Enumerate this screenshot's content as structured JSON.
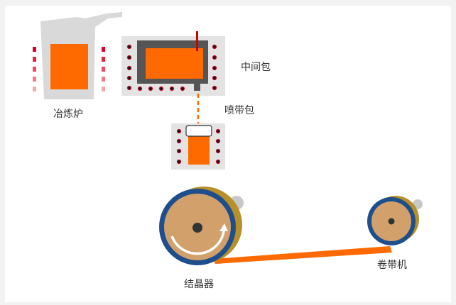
{
  "labels": {
    "furnace": "冶炼炉",
    "tundish": "中间包",
    "nozzle_box": "喷带包",
    "crystallizer": "结晶器",
    "coiler": "卷带机"
  },
  "colors": {
    "molten": "#ff6a00",
    "wheel_rim": "#1f4e8c",
    "wheel_face": "#d2a06a",
    "wheel_shadow": "#b8902a",
    "panel": "#e3e3e3",
    "tundish_wall": "#555555",
    "heater_dot": "#1a1a1a",
    "heater_red": "#e0002a",
    "strip": "#ff6a00"
  }
}
